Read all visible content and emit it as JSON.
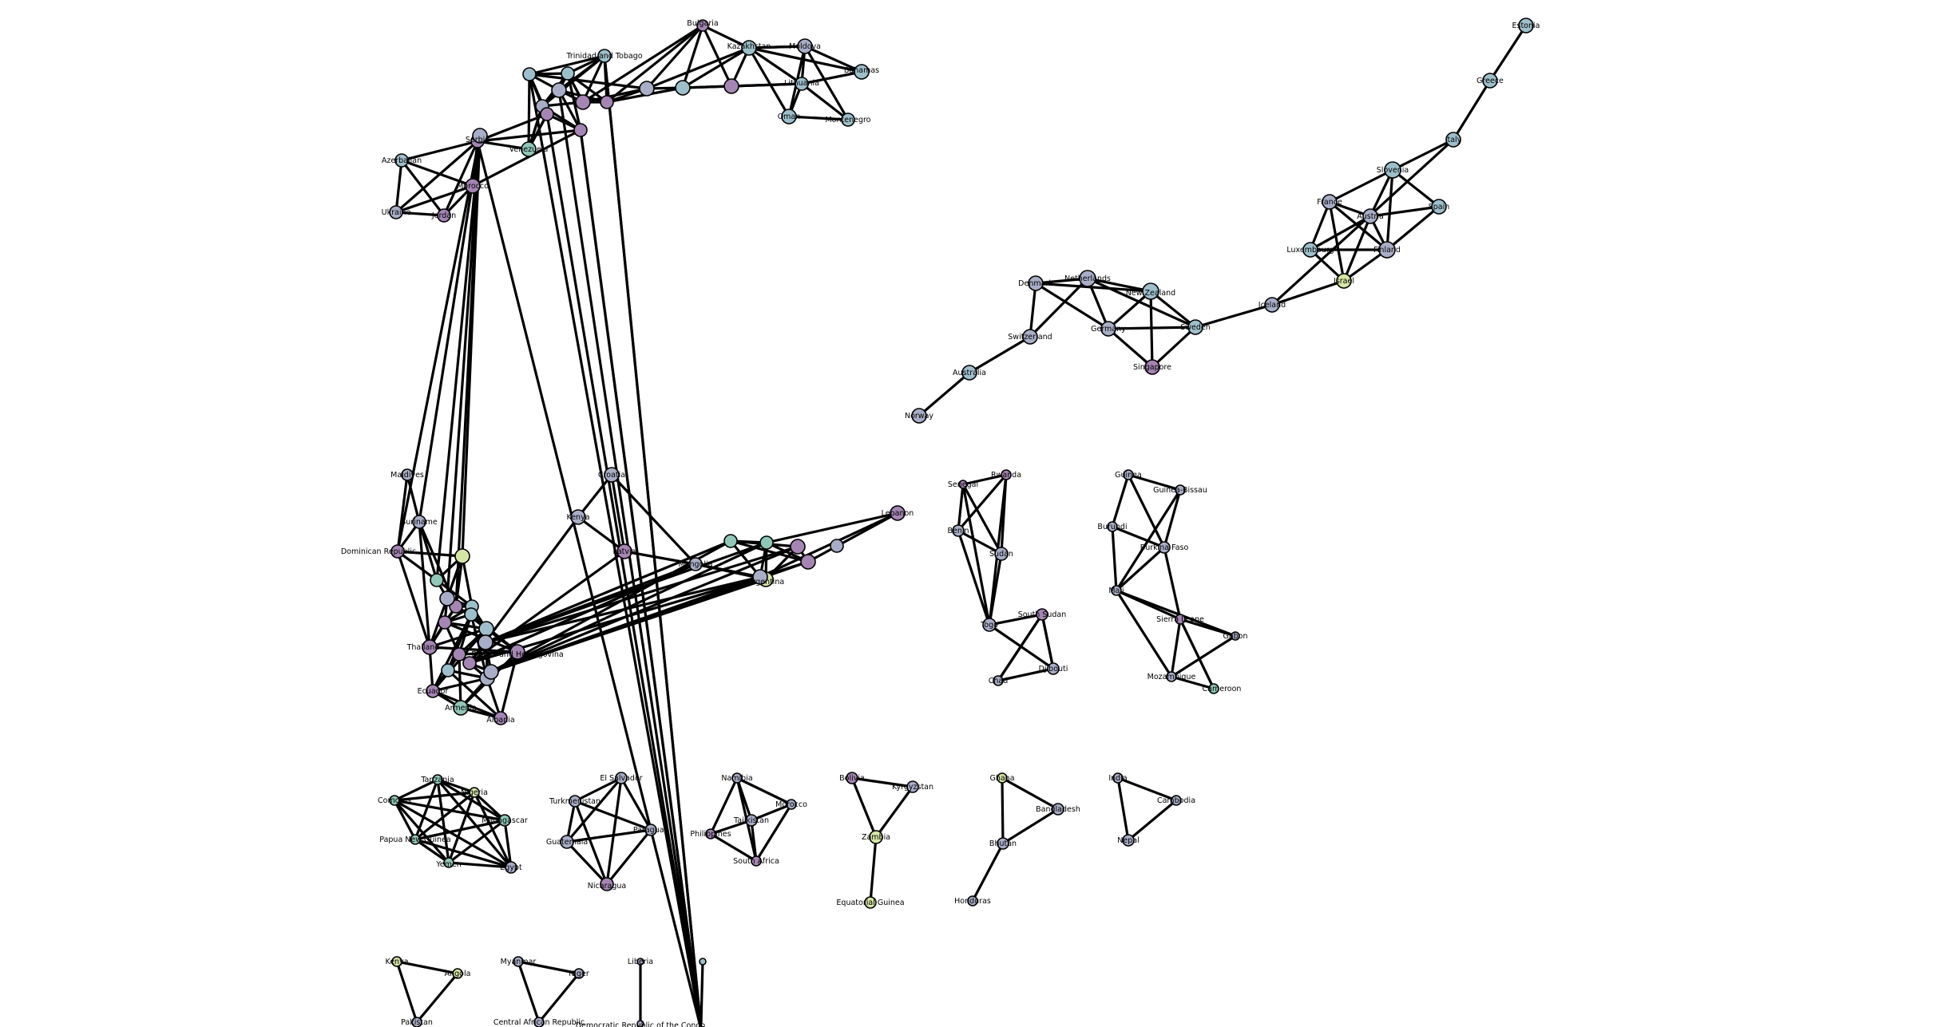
{
  "colors": {
    "blue": "#9dbfcc",
    "violet": "#a585b3",
    "slate": "#a8aec7",
    "lime": "#d4e6a5",
    "teal": "#8fc7b8",
    "edge": "#000000"
  },
  "nodes": [
    {
      "label": "Bulgaria",
      "c": "violet"
    },
    {
      "label": "Kazakhstan",
      "c": "blue"
    },
    {
      "label": "Moldova",
      "c": "slate"
    },
    {
      "label": "Trinidad and Tobago",
      "c": "blue"
    },
    {
      "label": "Bahamas",
      "c": "blue"
    },
    {
      "label": "Lithuania",
      "c": "blue"
    },
    {
      "label": "Oman",
      "c": "blue"
    },
    {
      "label": "Montenegro",
      "c": "blue"
    },
    {
      "label": "Serbia",
      "c": "violet"
    },
    {
      "label": "Venezuela",
      "c": "teal"
    },
    {
      "label": "Azerbaijan",
      "c": "blue"
    },
    {
      "label": "Morocco",
      "c": "violet"
    },
    {
      "label": "Ukraine",
      "c": "slate"
    },
    {
      "label": "Jordan",
      "c": "violet"
    },
    {
      "label": "Estonia",
      "c": "blue"
    },
    {
      "label": "Greece",
      "c": "blue"
    },
    {
      "label": "Italy",
      "c": "blue"
    },
    {
      "label": "Slovenia",
      "c": "blue"
    },
    {
      "label": "France",
      "c": "slate"
    },
    {
      "label": "Austria",
      "c": "slate"
    },
    {
      "label": "Spain",
      "c": "blue"
    },
    {
      "label": "Luxembourg",
      "c": "blue"
    },
    {
      "label": "Finland",
      "c": "slate"
    },
    {
      "label": "Israel",
      "c": "lime"
    },
    {
      "label": "Iceland",
      "c": "slate"
    },
    {
      "label": "Denmark",
      "c": "slate"
    },
    {
      "label": "Netherlands",
      "c": "slate"
    },
    {
      "label": "New Zealand",
      "c": "blue"
    },
    {
      "label": "Germany",
      "c": "slate"
    },
    {
      "label": "Sweden",
      "c": "blue"
    },
    {
      "label": "Switzerland",
      "c": "slate"
    },
    {
      "label": "Singapore",
      "c": "violet"
    },
    {
      "label": "Australia",
      "c": "blue"
    },
    {
      "label": "Norway",
      "c": "slate"
    },
    {
      "label": "Maldives",
      "c": "slate"
    },
    {
      "label": "Suriname",
      "c": "slate"
    },
    {
      "label": "Dominican Republic",
      "c": "violet"
    },
    {
      "label": "Thailand",
      "c": "violet"
    },
    {
      "label": "Ecuador",
      "c": "violet"
    },
    {
      "label": "Bosnia and Herzegovina",
      "c": "violet"
    },
    {
      "label": "Armenia",
      "c": "teal"
    },
    {
      "label": "Albania",
      "c": "violet"
    },
    {
      "label": "Croatia",
      "c": "slate"
    },
    {
      "label": "Kenya",
      "c": "slate"
    },
    {
      "label": "Latvia",
      "c": "violet"
    },
    {
      "label": "Mongolia",
      "c": "slate"
    },
    {
      "label": "Argentina",
      "c": "lime"
    },
    {
      "label": "Lebanon",
      "c": "violet"
    },
    {
      "label": "Rwanda",
      "c": "violet"
    },
    {
      "label": "Senegal",
      "c": "violet"
    },
    {
      "label": "Benin",
      "c": "slate"
    },
    {
      "label": "Sudan",
      "c": "slate"
    },
    {
      "label": "Togo",
      "c": "slate"
    },
    {
      "label": "South Sudan",
      "c": "violet"
    },
    {
      "label": "Djibouti",
      "c": "slate"
    },
    {
      "label": "Chad",
      "c": "slate"
    },
    {
      "label": "Guinea",
      "c": "slate"
    },
    {
      "label": "Guinea-Bissau",
      "c": "slate"
    },
    {
      "label": "Burundi",
      "c": "slate"
    },
    {
      "label": "Burkina Faso",
      "c": "slate"
    },
    {
      "label": "Mali",
      "c": "slate"
    },
    {
      "label": "Sierra Leone",
      "c": "violet"
    },
    {
      "label": "Gabon",
      "c": "slate"
    },
    {
      "label": "Mozambique",
      "c": "slate"
    },
    {
      "label": "Cameroon",
      "c": "teal"
    },
    {
      "label": "Tanzania",
      "c": "teal"
    },
    {
      "label": "Nigeria",
      "c": "lime"
    },
    {
      "label": "Comoros",
      "c": "teal"
    },
    {
      "label": "Madagascar",
      "c": "teal"
    },
    {
      "label": "Papua New Guinea",
      "c": "teal"
    },
    {
      "label": "Yemen",
      "c": "teal"
    },
    {
      "label": "Egypt",
      "c": "slate"
    },
    {
      "label": "El Salvador",
      "c": "slate"
    },
    {
      "label": "Turkmenistan",
      "c": "slate"
    },
    {
      "label": "Paraguay",
      "c": "slate"
    },
    {
      "label": "Guatemala",
      "c": "slate"
    },
    {
      "label": "Nicaragua",
      "c": "violet"
    },
    {
      "label": "Namibia",
      "c": "slate"
    },
    {
      "label": "Morocco ",
      "c": "slate"
    },
    {
      "label": "Tajikistan",
      "c": "slate"
    },
    {
      "label": "Philippines",
      "c": "violet"
    },
    {
      "label": "South Africa",
      "c": "violet"
    },
    {
      "label": "Bolivia",
      "c": "violet"
    },
    {
      "label": "Kyrgyzstan",
      "c": "slate"
    },
    {
      "label": "Zambia",
      "c": "lime"
    },
    {
      "label": "Equatorial Guinea",
      "c": "lime"
    },
    {
      "label": "Ghana",
      "c": "lime"
    },
    {
      "label": "Bangladesh",
      "c": "slate"
    },
    {
      "label": "Bhutan",
      "c": "slate"
    },
    {
      "label": "Honduras",
      "c": "slate"
    },
    {
      "label": "India",
      "c": "slate"
    },
    {
      "label": "Cambodia",
      "c": "slate"
    },
    {
      "label": "Nepal",
      "c": "slate"
    },
    {
      "label": "Kenya ",
      "c": "lime"
    },
    {
      "label": "Angola",
      "c": "lime"
    },
    {
      "label": "Pakistan",
      "c": "slate"
    },
    {
      "label": "Myanmar",
      "c": "slate"
    },
    {
      "label": "Niger",
      "c": "slate"
    },
    {
      "label": "Central African Republic",
      "c": "slate"
    },
    {
      "label": "Liberia",
      "c": "slate"
    },
    {
      "label": "Democratic Republic of the Congo",
      "c": "slate"
    },
    {
      "label": "",
      "c": "blue"
    },
    {
      "label": "",
      "c": "violet"
    },
    {
      "label": "",
      "c": "blue"
    },
    {
      "label": "",
      "c": "slate"
    },
    {
      "label": "",
      "c": "blue"
    },
    {
      "label": "",
      "c": "violet"
    },
    {
      "label": "",
      "c": "violet"
    },
    {
      "label": "",
      "c": "slate"
    },
    {
      "label": "",
      "c": "blue"
    },
    {
      "label": "",
      "c": "violet"
    },
    {
      "label": "",
      "c": "slate"
    },
    {
      "label": "",
      "c": "violet"
    },
    {
      "label": "",
      "c": "violet"
    },
    {
      "label": "",
      "c": "slate"
    },
    {
      "label": "",
      "c": "teal"
    },
    {
      "label": "",
      "c": "lime"
    },
    {
      "label": "",
      "c": "violet"
    },
    {
      "label": "",
      "c": "slate"
    },
    {
      "label": "",
      "c": "blue"
    },
    {
      "label": "",
      "c": "violet"
    },
    {
      "label": "",
      "c": "blue"
    },
    {
      "label": "",
      "c": "blue"
    },
    {
      "label": "",
      "c": "violet"
    },
    {
      "label": "",
      "c": "slate"
    },
    {
      "label": "",
      "c": "blue"
    },
    {
      "label": "",
      "c": "violet"
    },
    {
      "label": "",
      "c": "slate"
    },
    {
      "label": "",
      "c": "slate"
    },
    {
      "label": "",
      "c": "teal"
    },
    {
      "label": "",
      "c": "teal"
    },
    {
      "label": "",
      "c": "slate"
    },
    {
      "label": "",
      "c": "violet"
    },
    {
      "label": "",
      "c": "violet"
    },
    {
      "label": "",
      "c": "slate"
    }
  ]
}
